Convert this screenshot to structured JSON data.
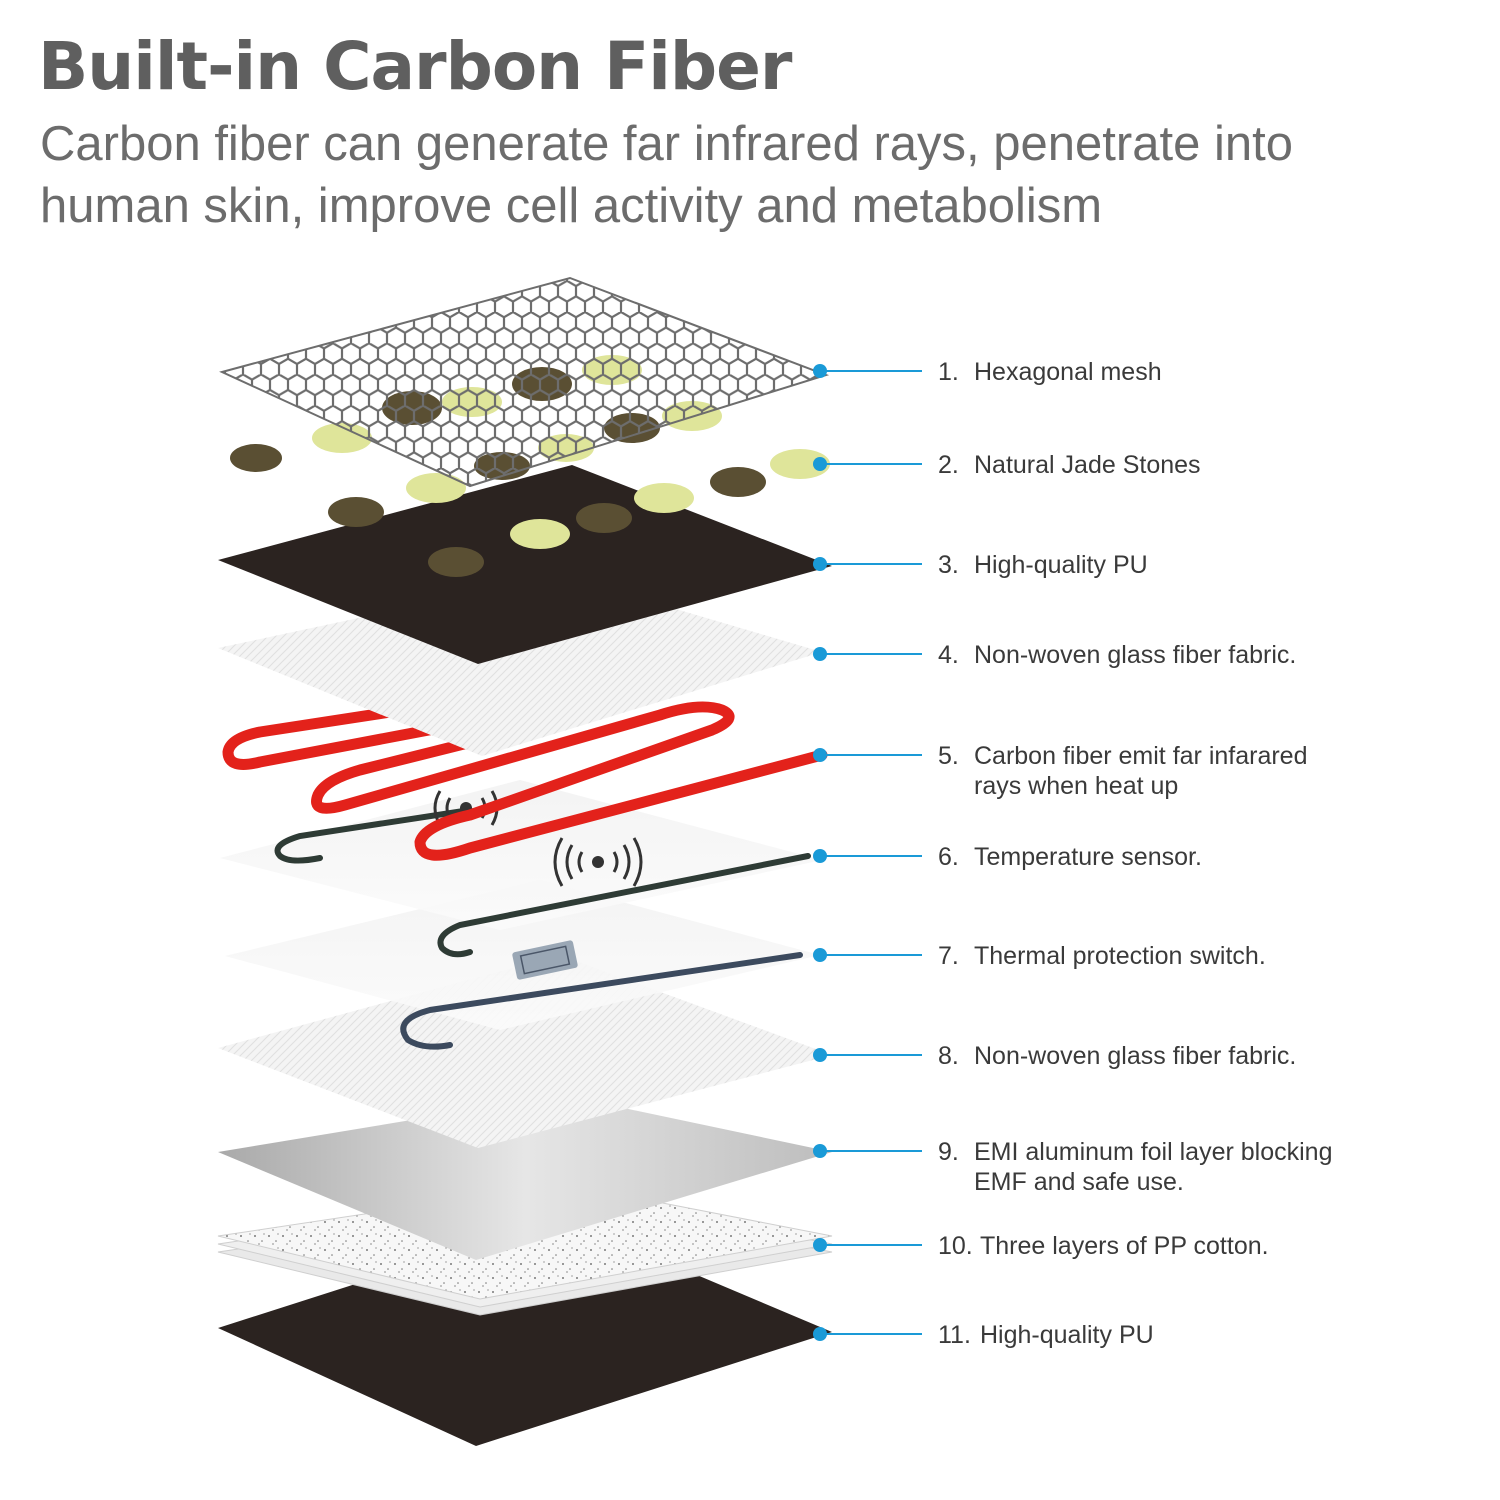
{
  "header": {
    "title": "Built-in Carbon Fiber",
    "subtitle_lines": [
      "Carbon fiber can generate far infrared rays, penetrate into",
      "human skin, improve cell activity and metabolism"
    ]
  },
  "colors": {
    "title": "#5f5f5f",
    "subtitle": "#6c6c6c",
    "callout": "#1a9ad7",
    "label": "#3a3a3a",
    "pu": "#2b2320",
    "carbon_fiber": "#e3221b",
    "sensor_wire": "#2e3b35",
    "switch_wire": "#3c4a5e",
    "jade_light": "#dfe59a",
    "jade_dark": "#5a4f33",
    "mesh": "#6d6d6d"
  },
  "layers": [
    {
      "number": "1.",
      "lines": [
        "Hexagonal mesh"
      ]
    },
    {
      "number": "2.",
      "lines": [
        "Natural Jade Stones"
      ]
    },
    {
      "number": "3.",
      "lines": [
        "High-quality PU"
      ]
    },
    {
      "number": "4.",
      "lines": [
        "Non-woven glass fiber fabric."
      ]
    },
    {
      "number": "5.",
      "lines": [
        "Carbon fiber emit far infarared",
        "rays when heat up"
      ]
    },
    {
      "number": "6.",
      "lines": [
        "Temperature sensor."
      ]
    },
    {
      "number": "7.",
      "lines": [
        "Thermal protection switch."
      ]
    },
    {
      "number": "8.",
      "lines": [
        "Non-woven glass fiber fabric."
      ]
    },
    {
      "number": "9.",
      "lines": [
        "EMI aluminum foil layer blocking",
        "EMF and safe use."
      ]
    },
    {
      "number": "10.",
      "lines": [
        "Three layers of PP cotton."
      ]
    },
    {
      "number": "11.",
      "lines": [
        "High-quality PU"
      ]
    }
  ]
}
